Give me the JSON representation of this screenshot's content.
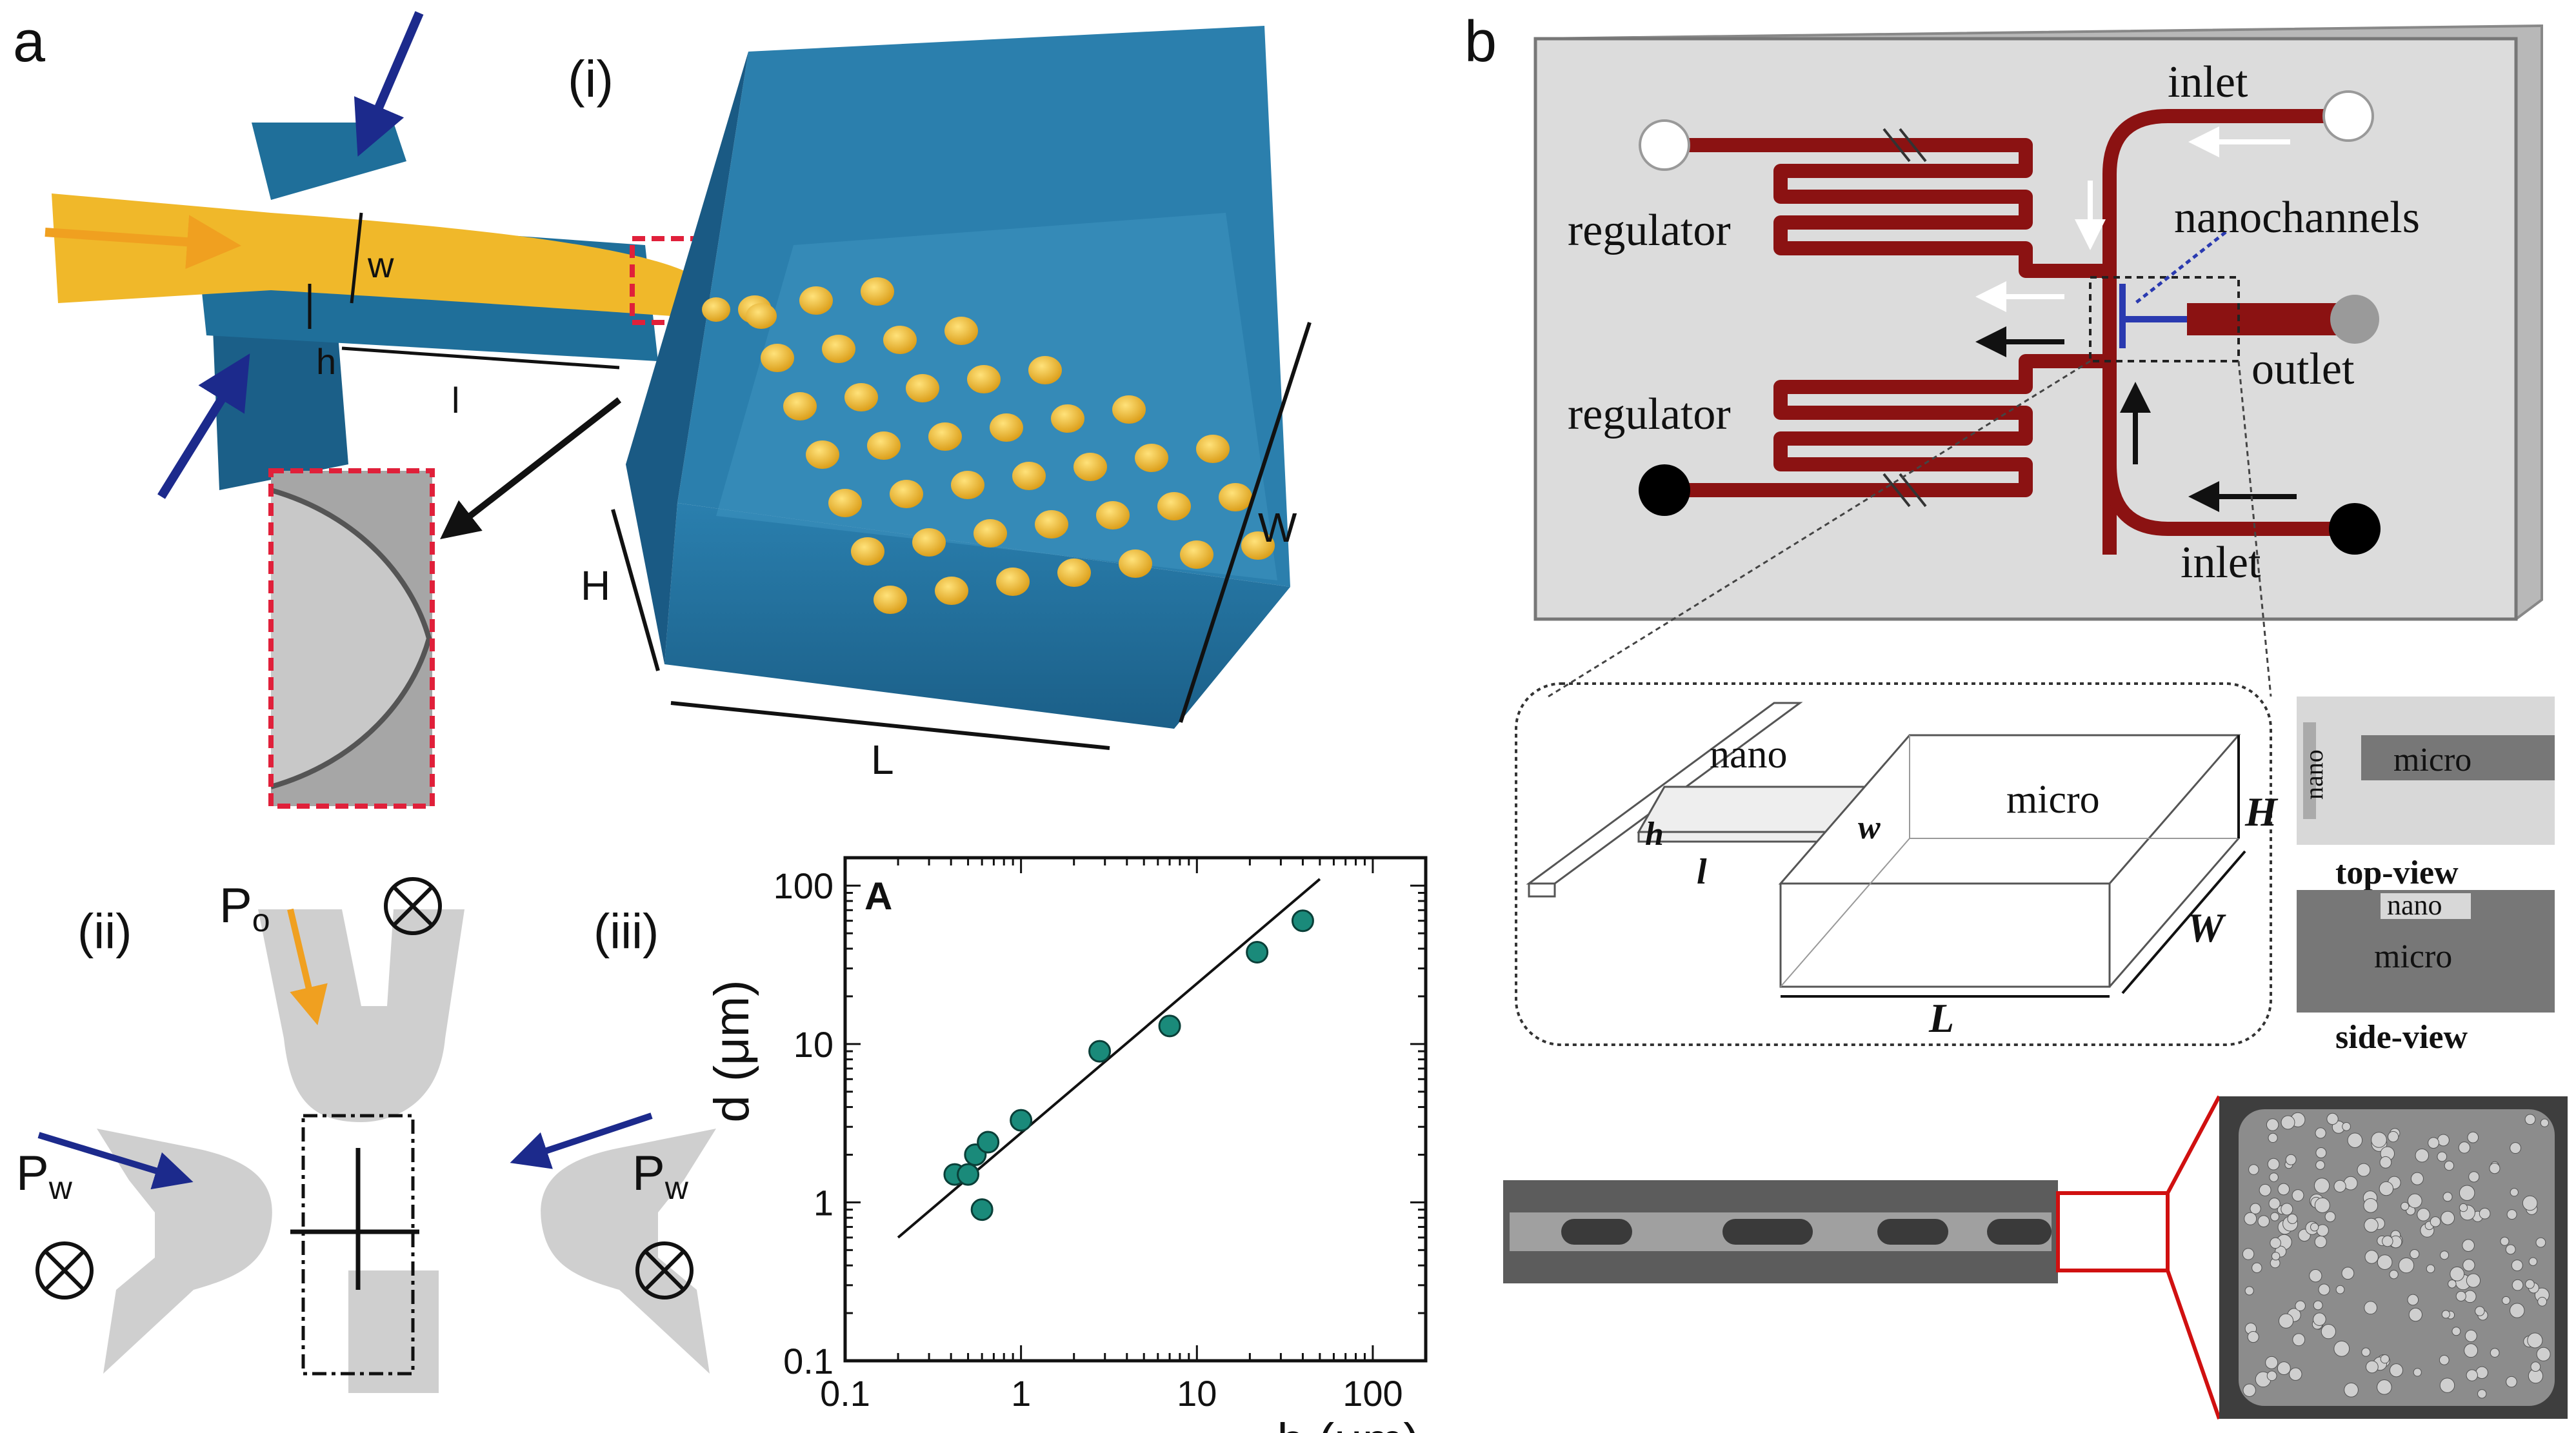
{
  "panel_a": {
    "letter": "a",
    "sub_i": "(i)",
    "sub_ii": "(ii)",
    "sub_iii": "(iii)",
    "dims": {
      "w": "w",
      "h": "h",
      "l": "l",
      "H": "H",
      "W": "W",
      "L": "L"
    },
    "flow_focus": {
      "po": "P",
      "po_sub": "o",
      "pw": "P",
      "pw_sub": "w"
    },
    "chart": {
      "chart_data": {
        "type": "scatter",
        "panel_label": "A",
        "xlabel": "h (μm)",
        "ylabel": "d (μm)",
        "xscale": "log",
        "yscale": "log",
        "xlim": [
          0.1,
          200
        ],
        "ylim": [
          0.1,
          150
        ],
        "xticks": [
          "0.1",
          "1",
          "10",
          "100"
        ],
        "yticks": [
          "0.1",
          "1",
          "10",
          "100"
        ],
        "points": [
          {
            "x": 0.42,
            "y": 1.5
          },
          {
            "x": 0.5,
            "y": 1.5
          },
          {
            "x": 0.55,
            "y": 2.0
          },
          {
            "x": 0.6,
            "y": 0.9
          },
          {
            "x": 0.65,
            "y": 2.4
          },
          {
            "x": 1.0,
            "y": 3.3
          },
          {
            "x": 2.8,
            "y": 9.0
          },
          {
            "x": 7.0,
            "y": 13.0
          },
          {
            "x": 22.0,
            "y": 38.0
          },
          {
            "x": 40.0,
            "y": 60.0
          }
        ],
        "fit_line": [
          {
            "x": 0.2,
            "y": 0.6
          },
          {
            "x": 50,
            "y": 110
          }
        ],
        "grid": false
      }
    }
  },
  "panel_b": {
    "letter": "b",
    "chip": {
      "inlet_top": "inlet",
      "inlet_bottom": "inlet",
      "outlet": "outlet",
      "regulator_top": "regulator",
      "regulator_bottom": "regulator",
      "nanochannels": "nanochannels"
    },
    "schematic": {
      "nano": "nano",
      "micro": "micro",
      "h": "h",
      "l": "l",
      "w": "w",
      "H": "H",
      "W": "W",
      "L": "L"
    },
    "views": {
      "top_nano": "nano",
      "top_micro": "micro",
      "top_caption": "top-view",
      "side_nano": "nano",
      "side_micro": "micro",
      "side_caption": "side-view"
    }
  },
  "colors": {
    "channel_blue": "#1f6f9a",
    "droplet_gold": "#e8b22a",
    "arrow_navy": "#1c2a8c",
    "arrow_orange": "#f0a020",
    "chip_red": "#8b1212",
    "marker_teal": "#1a8a7a"
  }
}
